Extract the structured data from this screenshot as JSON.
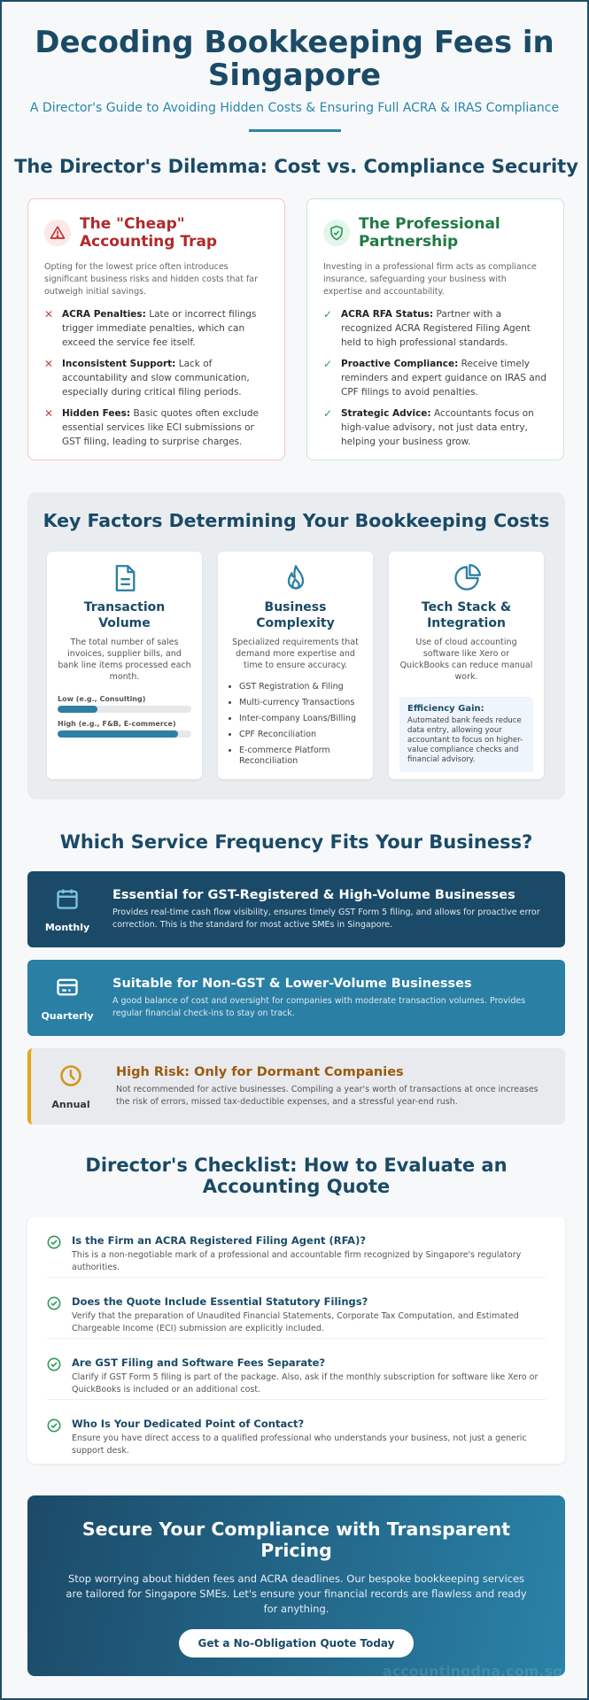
{
  "header": {
    "title": "Decoding Bookkeeping Fees in Singapore",
    "subtitle": "A Director's Guide to Avoiding Hidden Costs & Ensuring Full ACRA & IRAS Compliance"
  },
  "dilemma": {
    "title": "The Director's Dilemma: Cost vs. Compliance Security",
    "cheap": {
      "icon": "warning-triangle-icon",
      "title": "The \"Cheap\" Accounting Trap",
      "intro": "Opting for the lowest price often introduces significant business risks and hidden costs that far outweigh initial savings.",
      "items": [
        {
          "term": "ACRA Penalties:",
          "text": " Late or incorrect filings trigger immediate penalties, which can exceed the service fee itself."
        },
        {
          "term": "Inconsistent Support:",
          "text": " Lack of accountability and slow communication, especially during critical filing periods."
        },
        {
          "term": "Hidden Fees:",
          "text": " Basic quotes often exclude essential services like ECI submissions or GST filing, leading to surprise charges."
        }
      ]
    },
    "pro": {
      "icon": "shield-check-icon",
      "title": "The Professional Partnership",
      "intro": "Investing in a professional firm acts as compliance insurance, safeguarding your business with expertise and accountability.",
      "items": [
        {
          "term": "ACRA RFA Status:",
          "text": " Partner with a recognized ACRA Registered Filing Agent held to high professional standards."
        },
        {
          "term": "Proactive Compliance:",
          "text": " Receive timely reminders and expert guidance on IRAS and CPF filings to avoid penalties."
        },
        {
          "term": "Strategic Advice:",
          "text": " Accountants focus on high-value advisory, not just data entry, helping your business grow."
        }
      ]
    }
  },
  "factors": {
    "title": "Key Factors Determining Your Bookkeeping Costs",
    "volume": {
      "icon": "document-icon",
      "title": "Transaction Volume",
      "desc": "The total number of sales invoices, supplier bills, and bank line items processed each month.",
      "low_label": "Low (e.g., Consulting)",
      "low_pct": 30,
      "high_label": "High (e.g., F&B, E-commerce)",
      "high_pct": 90
    },
    "complexity": {
      "icon": "flame-icon",
      "title": "Business Complexity",
      "desc": "Specialized requirements that demand more expertise and time to ensure accuracy.",
      "items": [
        "GST Registration & Filing",
        "Multi-currency Transactions",
        "Inter-company Loans/Billing",
        "CPF Reconciliation",
        "E-commerce Platform Reconciliation"
      ]
    },
    "tech": {
      "icon": "pie-chart-icon",
      "title": "Tech Stack & Integration",
      "desc": "Use of cloud accounting software like Xero or QuickBooks can reduce manual work.",
      "gain_title": "Efficiency Gain:",
      "gain_text": "Automated bank feeds reduce data entry, allowing your accountant to focus on higher-value compliance checks and financial advisory."
    }
  },
  "frequency": {
    "title": "Which Service Frequency Fits Your Business?",
    "monthly": {
      "label": "Monthly",
      "icon": "calendar-icon",
      "title": "Essential for GST-Registered & High-Volume Businesses",
      "desc": "Provides real-time cash flow visibility, ensures timely GST Form 5 filing, and allows for proactive error correction. This is the standard for most active SMEs in Singapore."
    },
    "quarterly": {
      "label": "Quarterly",
      "icon": "card-icon",
      "title": "Suitable for Non-GST & Lower-Volume Businesses",
      "desc": "A good balance of cost and oversight for companies with moderate transaction volumes. Provides regular financial check-ins to stay on track."
    },
    "annual": {
      "label": "Annual",
      "icon": "clock-icon",
      "title": "High Risk: Only for Dormant Companies",
      "desc": "Not recommended for active businesses. Compiling a year's worth of transactions at once increases the risk of errors, missed tax-deductible expenses, and a stressful year-end rush."
    }
  },
  "checklist": {
    "title": "Director's Checklist: How to Evaluate an Accounting Quote",
    "items": [
      {
        "q": "Is the Firm an ACRA Registered Filing Agent (RFA)?",
        "a": "This is a non-negotiable mark of a professional and accountable firm recognized by Singapore's regulatory authorities."
      },
      {
        "q": "Does the Quote Include Essential Statutory Filings?",
        "a": "Verify that the preparation of Unaudited Financial Statements, Corporate Tax Computation, and Estimated Chargeable Income (ECI) submission are explicitly included."
      },
      {
        "q": "Are GST Filing and Software Fees Separate?",
        "a": "Clarify if GST Form 5 filing is part of the package. Also, ask if the monthly subscription for software like Xero or QuickBooks is included or an additional cost."
      },
      {
        "q": "Who Is Your Dedicated Point of Contact?",
        "a": "Ensure you have direct access to a qualified professional who understands your business, not just a generic support desk."
      }
    ]
  },
  "cta": {
    "title": "Secure Your Compliance with Transparent Pricing",
    "desc": "Stop worrying about hidden fees and ACRA deadlines. Our bespoke bookkeeping services are tailored for Singapore SMEs. Let's ensure your financial records are flawless and ready for anything.",
    "button": "Get a No-Obligation Quote Today",
    "watermark": "accountingdna.com.sg"
  },
  "colors": {
    "primary": "#1a4a66",
    "accent": "#2a86a8",
    "danger": "#b02a2a",
    "success": "#1f7a44",
    "warning": "#e2a818"
  }
}
